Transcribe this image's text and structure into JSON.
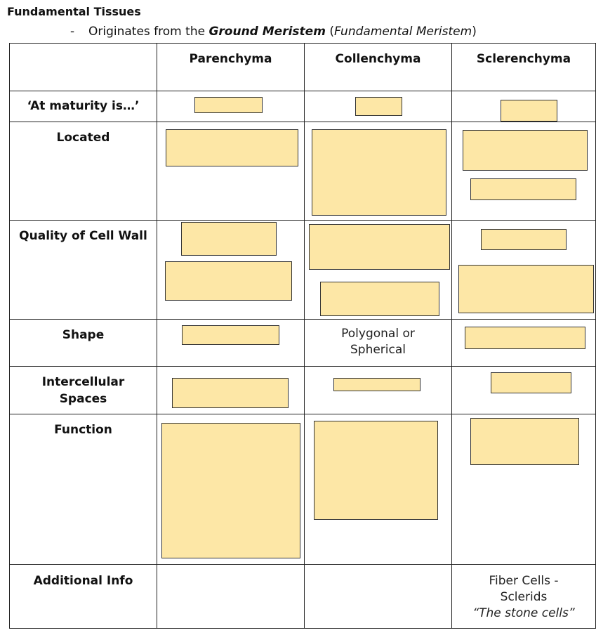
{
  "document": {
    "title": "Fundamental Tissues",
    "subtitle": {
      "dash": "-",
      "prefix": "Originates from the ",
      "bold_italic": "Ground Meristem",
      "open_paren": " (",
      "italic": "Fundamental Meristem",
      "close_paren": ")"
    }
  },
  "table": {
    "columns": [
      "",
      "Parenchyma",
      "Collenchyma",
      "Sclerenchyma"
    ],
    "rows": [
      {
        "label": "‘At maturity is…’"
      },
      {
        "label": "Located"
      },
      {
        "label": "Quality of Cell Wall"
      },
      {
        "label": "Shape",
        "collenchyma_line1": "Polygonal or",
        "collenchyma_line2": "Spherical"
      },
      {
        "label_line1": "Intercellular",
        "label_line2": "Spaces"
      },
      {
        "label": "Function"
      },
      {
        "label": "Additional Info",
        "sclerenchyma_line1": "Fiber Cells -",
        "sclerenchyma_line2": "Sclerids",
        "sclerenchyma_line3": "“The stone cells”"
      }
    ]
  },
  "colors": {
    "redaction_fill": "#fde7a6",
    "border": "#222222"
  }
}
